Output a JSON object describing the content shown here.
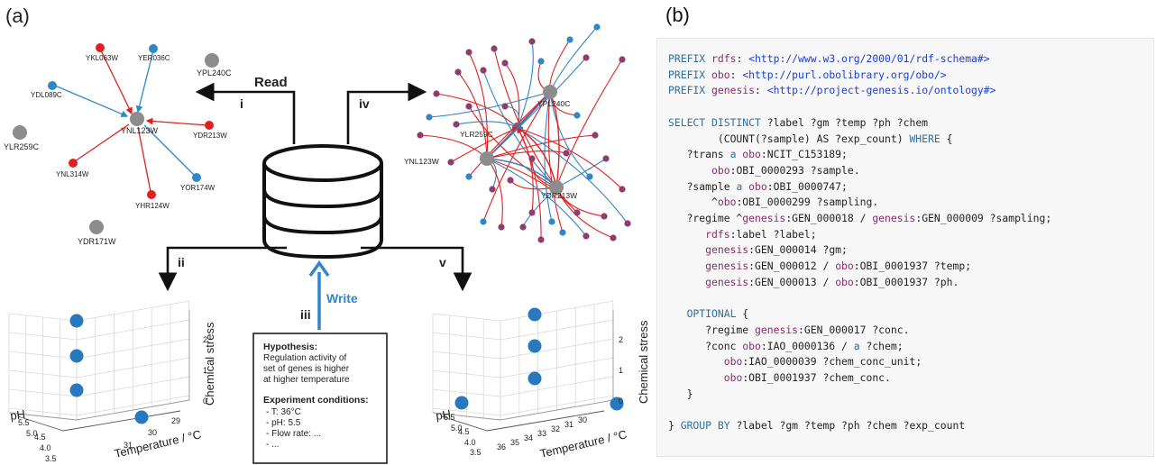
{
  "panel_a": {
    "label": "(a)",
    "read_label": "Read",
    "write_label": "Write",
    "roman": {
      "i": "i",
      "ii": "ii",
      "iii": "iii",
      "iv": "iv",
      "v": "v"
    },
    "network_small": {
      "hub": "YNL123W",
      "nodes": [
        {
          "id": "YKL063W",
          "color": "red"
        },
        {
          "id": "YER036C",
          "color": "blue"
        },
        {
          "id": "YDL089C",
          "color": "blue"
        },
        {
          "id": "YDR213W",
          "color": "red"
        },
        {
          "id": "YNL314W",
          "color": "red"
        },
        {
          "id": "YOR174W",
          "color": "blue"
        },
        {
          "id": "YHR124W",
          "color": "red"
        }
      ],
      "isolated": [
        "YPL240C",
        "YLR259C",
        "YDR171W"
      ]
    },
    "network_large": {
      "hubs": [
        "YPL240C",
        "YNL123W",
        "YDR213W",
        "YLR259C"
      ]
    },
    "hypothesis": {
      "title": "Hypothesis:",
      "text": [
        "Regulation activity of",
        "set of genes is higher",
        "at higher temperature"
      ],
      "conditions_title": "Experiment conditions:",
      "conditions": [
        "- T: 36°C",
        "- pH: 5.5",
        "- Flow rate: ...",
        "- ..."
      ]
    },
    "plot_left": {
      "zlabel": "Chemical stress",
      "xlabel": "Temperature / °C",
      "ylabel": "pH",
      "ph_ticks": [
        "5.5",
        "5.0",
        "4.5",
        "4.0",
        "3.5"
      ],
      "temp_ticks": [
        "31",
        "30",
        "29"
      ],
      "stress_ticks": [
        "2",
        "1",
        "0"
      ]
    },
    "plot_right": {
      "zlabel": "Chemical stress",
      "xlabel": "Temperature / °C",
      "ylabel": "pH",
      "ph_ticks": [
        "5.5",
        "5.0",
        "4.5",
        "4.0",
        "3.5"
      ],
      "temp_ticks": [
        "36",
        "35",
        "34",
        "33",
        "32",
        "31",
        "30"
      ],
      "stress_ticks": [
        "2",
        "1",
        "0"
      ]
    }
  },
  "panel_b": {
    "label": "(b)",
    "code_lines": [
      [
        [
          "k",
          "PREFIX "
        ],
        [
          "p",
          "rdfs"
        ],
        [
          "v",
          ": "
        ],
        [
          "u",
          "<http://www.w3.org/2000/01/rdf-schema#>"
        ]
      ],
      [
        [
          "k",
          "PREFIX "
        ],
        [
          "p",
          "obo"
        ],
        [
          "v",
          ": "
        ],
        [
          "u",
          "<http://purl.obolibrary.org/obo/>"
        ]
      ],
      [
        [
          "k",
          "PREFIX "
        ],
        [
          "p",
          "genesis"
        ],
        [
          "v",
          ": "
        ],
        [
          "u",
          "<http://project-genesis.io/ontology#>"
        ]
      ],
      [
        [
          "v",
          " "
        ]
      ],
      [
        [
          "k",
          "SELECT DISTINCT "
        ],
        [
          "v",
          "?label ?gm ?temp ?ph ?chem"
        ]
      ],
      [
        [
          "v",
          "        (COUNT(?sample) AS ?exp_count) "
        ],
        [
          "k",
          "WHERE"
        ],
        [
          "v",
          " {"
        ]
      ],
      [
        [
          "v",
          "   ?trans "
        ],
        [
          "k",
          "a"
        ],
        [
          "v",
          " "
        ],
        [
          "p",
          "obo"
        ],
        [
          "v",
          ":NCIT_C153189;"
        ]
      ],
      [
        [
          "v",
          "       "
        ],
        [
          "p",
          "obo"
        ],
        [
          "v",
          ":OBI_0000293 ?sample."
        ]
      ],
      [
        [
          "v",
          "   ?sample "
        ],
        [
          "k",
          "a"
        ],
        [
          "v",
          " "
        ],
        [
          "p",
          "obo"
        ],
        [
          "v",
          ":OBI_0000747;"
        ]
      ],
      [
        [
          "v",
          "       ^"
        ],
        [
          "p",
          "obo"
        ],
        [
          "v",
          ":OBI_0000299 ?sampling."
        ]
      ],
      [
        [
          "v",
          "   ?regime ^"
        ],
        [
          "p",
          "genesis"
        ],
        [
          "v",
          ":GEN_000018 / "
        ],
        [
          "p",
          "genesis"
        ],
        [
          "v",
          ":GEN_000009 ?sampling;"
        ]
      ],
      [
        [
          "v",
          "      "
        ],
        [
          "p",
          "rdfs"
        ],
        [
          "v",
          ":label ?label;"
        ]
      ],
      [
        [
          "v",
          "      "
        ],
        [
          "p",
          "genesis"
        ],
        [
          "v",
          ":GEN_000014 ?gm;"
        ]
      ],
      [
        [
          "v",
          "      "
        ],
        [
          "p",
          "genesis"
        ],
        [
          "v",
          ":GEN_000012 / "
        ],
        [
          "p",
          "obo"
        ],
        [
          "v",
          ":OBI_0001937 ?temp;"
        ]
      ],
      [
        [
          "v",
          "      "
        ],
        [
          "p",
          "genesis"
        ],
        [
          "v",
          ":GEN_000013 / "
        ],
        [
          "p",
          "obo"
        ],
        [
          "v",
          ":OBI_0001937 ?ph."
        ]
      ],
      [
        [
          "v",
          " "
        ]
      ],
      [
        [
          "v",
          "   "
        ],
        [
          "k",
          "OPTIONAL"
        ],
        [
          "v",
          " {"
        ]
      ],
      [
        [
          "v",
          "      ?regime "
        ],
        [
          "p",
          "genesis"
        ],
        [
          "v",
          ":GEN_000017 ?conc."
        ]
      ],
      [
        [
          "v",
          "      ?conc "
        ],
        [
          "p",
          "obo"
        ],
        [
          "v",
          ":IAO_0000136 / "
        ],
        [
          "k",
          "a"
        ],
        [
          "v",
          " ?chem;"
        ]
      ],
      [
        [
          "v",
          "         "
        ],
        [
          "p",
          "obo"
        ],
        [
          "v",
          ":IAO_0000039 ?chem_conc_unit;"
        ]
      ],
      [
        [
          "v",
          "         "
        ],
        [
          "p",
          "obo"
        ],
        [
          "v",
          ":OBI_0001937 ?chem_conc."
        ]
      ],
      [
        [
          "v",
          "   }"
        ]
      ],
      [
        [
          "v",
          " "
        ]
      ],
      [
        [
          "v",
          "} "
        ],
        [
          "k",
          "GROUP BY"
        ],
        [
          "v",
          " ?label ?gm ?temp ?ph ?chem ?exp_count"
        ]
      ]
    ]
  },
  "colors": {
    "red_node": "#e02020",
    "blue_node": "#2f86c8",
    "hub_node": "#8c8c8c",
    "write_blue": "#2f86c8",
    "purple_node": "#8e3d6c"
  }
}
